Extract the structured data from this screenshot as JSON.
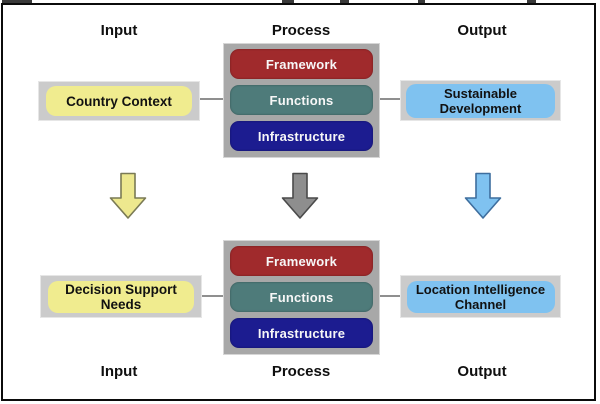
{
  "headers": {
    "top": [
      "Input",
      "Process",
      "Output"
    ],
    "bottom": [
      "Input",
      "Process",
      "Output"
    ]
  },
  "top_row": {
    "input_box": "Country Context",
    "process_items": [
      "Framework",
      "Functions",
      "Infrastructure"
    ],
    "output_box": "Sustainable\nDevelopment"
  },
  "bottom_row": {
    "input_box": "Decision Support\nNeeds",
    "process_items": [
      "Framework",
      "Functions",
      "Infrastructure"
    ],
    "output_box": "Location Intelligence\nChannel"
  },
  "arrows": [
    {
      "name": "input-flow-arrow",
      "color": "#EDE88E",
      "outline": "#7A7A55"
    },
    {
      "name": "process-flow-arrow",
      "color": "#8E8E8E",
      "outline": "#4A4A4A"
    },
    {
      "name": "output-flow-arrow",
      "color": "#7FC2F0",
      "outline": "#3E6E9E"
    }
  ],
  "colors": {
    "framework_red": "#A02A2C",
    "functions_teal": "#4E7B7A",
    "infrastructure_navy": "#1C1C90",
    "input_yellow": "#F0EC8F",
    "output_blue": "#7FC2F0",
    "panel_gray": "#A8A8A8",
    "holder_gray": "#CBCBCB",
    "connector_gray": "#8F8F8F"
  }
}
